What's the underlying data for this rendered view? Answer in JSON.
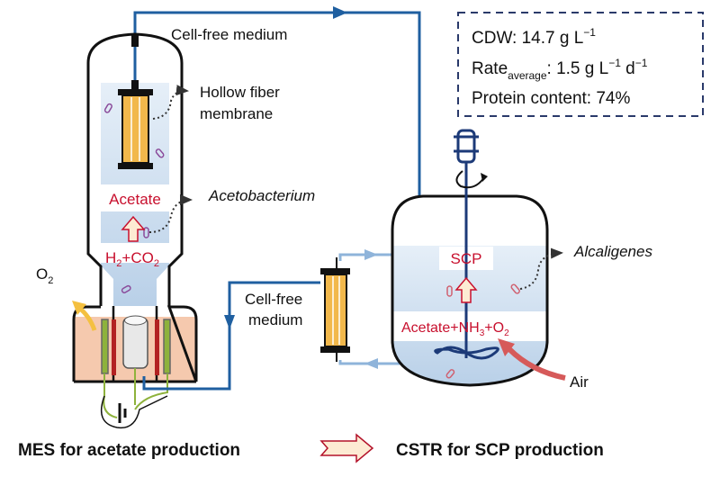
{
  "labels": {
    "cell_free_medium_top": "Cell-free medium",
    "cell_free_medium_mid_line1": "Cell-free",
    "cell_free_medium_mid_line2": "medium",
    "hollow_fiber_line1": "Hollow fiber",
    "hollow_fiber_line2": "membrane",
    "acetobacterium": "Acetobacterium",
    "alcaligenes": "Alcaligenes",
    "air": "Air",
    "o2": "O",
    "o2_sub": "2"
  },
  "mes_reactor": {
    "product": "Acetate",
    "substrate_h2": "H",
    "substrate_h2_sub": "2",
    "substrate_co2": "+CO",
    "substrate_co2_sub": "2"
  },
  "cstr_reactor": {
    "product": "SCP",
    "substrate_acetate": "Acetate+NH",
    "substrate_nh3_sub": "3",
    "substrate_o2": "+O",
    "substrate_o2_sub": "2"
  },
  "results_box": {
    "cdw_label": "CDW: 14.7 g L",
    "cdw_sup": "−1",
    "rate_label": "Rate",
    "rate_sub": "average",
    "rate_value": ": 1.5 g L",
    "rate_sup1": "−1",
    "rate_unit2": " d",
    "rate_sup2": "−1",
    "protein_label": "Protein content: 74%"
  },
  "footer": {
    "left": "MES for acetate production",
    "right": "CSTR for SCP production"
  },
  "colors": {
    "pipe_blue": "#1f5fa0",
    "light_pipe": "#8fb4da",
    "liquid": "#cfe0f0",
    "membrane_yellow": "#f2b84b",
    "electrolyte": "#f5c9ae",
    "product_red": "#c8102e",
    "box_dash": "#2a3a6a"
  }
}
